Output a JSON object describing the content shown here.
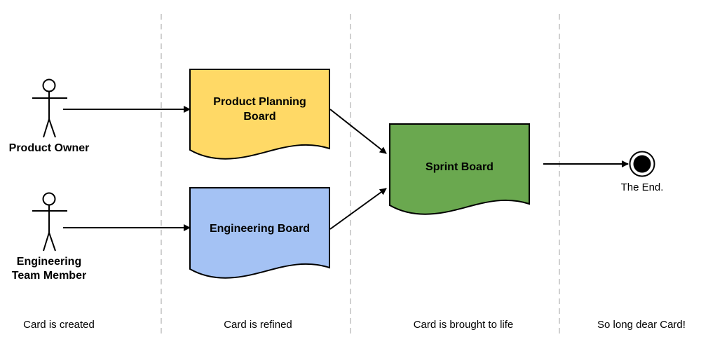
{
  "actors": {
    "product_owner": {
      "label": "Product Owner"
    },
    "engineering_member": {
      "label_line1": "Engineering",
      "label_line2": "Team Member"
    }
  },
  "boards": {
    "product_planning": {
      "label_line1": "Product Planning",
      "label_line2": "Board",
      "color": "#ffd966"
    },
    "engineering": {
      "label": "Engineering Board",
      "color": "#a4c2f4"
    },
    "sprint": {
      "label": "Sprint Board",
      "color": "#6aa84f"
    }
  },
  "end": {
    "label": "The End."
  },
  "phases": [
    {
      "label": "Card is created"
    },
    {
      "label": "Card is refined"
    },
    {
      "label": "Card is brought to life"
    },
    {
      "label": "So long dear Card!"
    }
  ]
}
